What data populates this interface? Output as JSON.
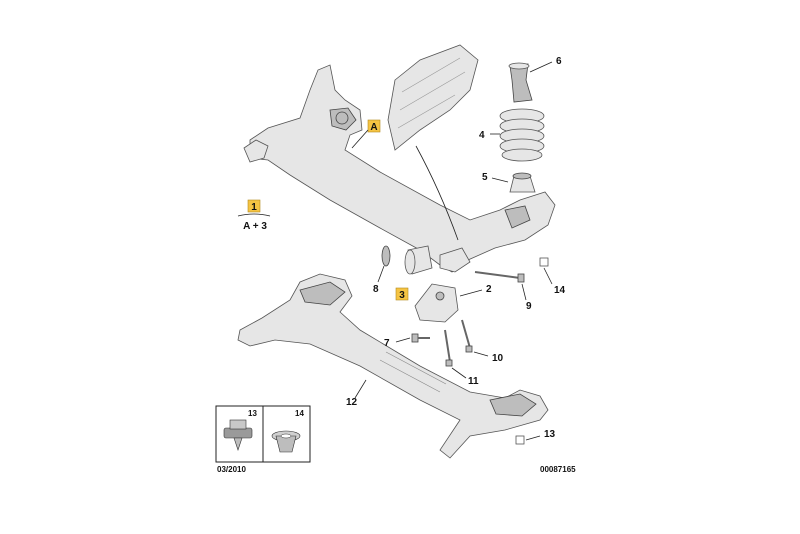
{
  "diagram": {
    "part_labels": {
      "p2": "2",
      "p4": "4",
      "p5": "5",
      "p6": "6",
      "p7": "7",
      "p8": "8",
      "p9": "9",
      "p10": "10",
      "p11": "11",
      "p12": "12",
      "p13": "13",
      "p14": "14"
    },
    "callouts": {
      "A": "A",
      "one": "1",
      "three": "3",
      "formula": "A + 3"
    },
    "inset": {
      "left_label": "13",
      "right_label": "14"
    },
    "date_code": "03/2010",
    "reference_number": "00087165",
    "colors": {
      "callout_fill": "#f5c443",
      "part_fill": "#e6e6e6",
      "outline": "#555555"
    }
  }
}
